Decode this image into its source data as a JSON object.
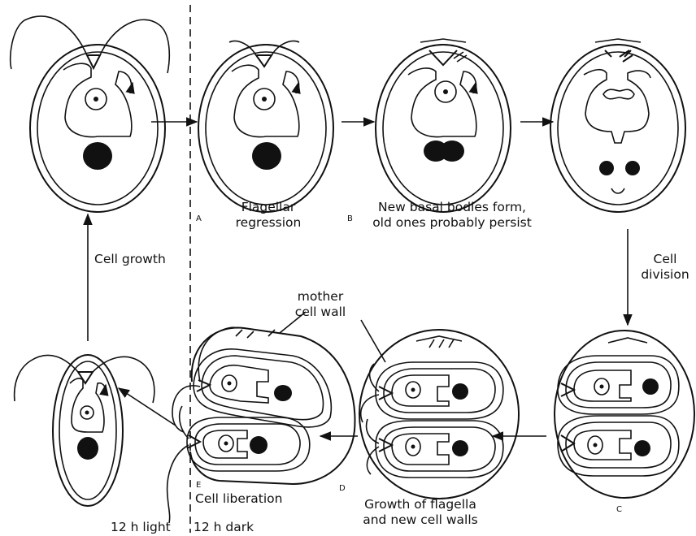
{
  "labels": {
    "flagellar_regression": "Flagellar\nregression",
    "new_basal_bodies": "New basal bodies form,\nold ones probably persist",
    "cell_division": "Cell\ndivision",
    "mother_cell_wall": "mother\ncell wall",
    "growth_flagella": "Growth of flagella\nand new cell walls",
    "cell_liberation": "Cell liberation",
    "cell_growth": "Cell growth",
    "light_period": "12 h light",
    "dark_period": "12 h dark"
  },
  "stage_tags": {
    "a": "A",
    "b": "B",
    "c": "C",
    "d": "D",
    "e": "E"
  }
}
